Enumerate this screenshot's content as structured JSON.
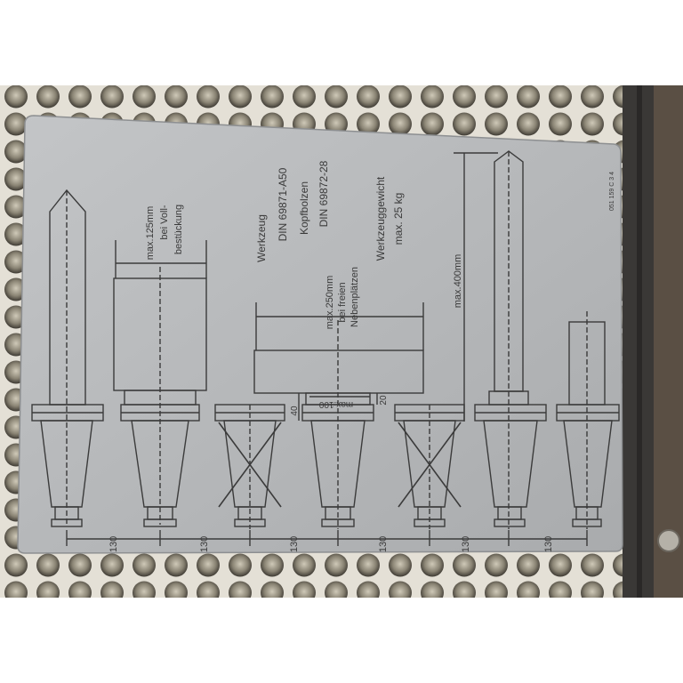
{
  "plate": {
    "tool_title": "Werkzeug",
    "tool_std": "DIN 69871-A50",
    "bolt_title": "Kopfbolzen",
    "bolt_std": "DIN 69872-28",
    "weight_title": "Werkzeuggewicht",
    "weight_value": "max. 25 kg",
    "dim_125": "max.125mm",
    "dim_125_note1": "bei Voll-",
    "dim_125_note2": "bestückung",
    "dim_250": "max.250mm",
    "dim_250_note1": "bei freien",
    "dim_250_note2": "Nebenplätzen",
    "dim_400": "max.400mm",
    "dim_40": "40",
    "dim_100": "max.100",
    "dim_20": "20",
    "spacing": [
      "130",
      "130",
      "130",
      "130",
      "130",
      "130"
    ],
    "part_code": "051 159 C 3 4"
  }
}
